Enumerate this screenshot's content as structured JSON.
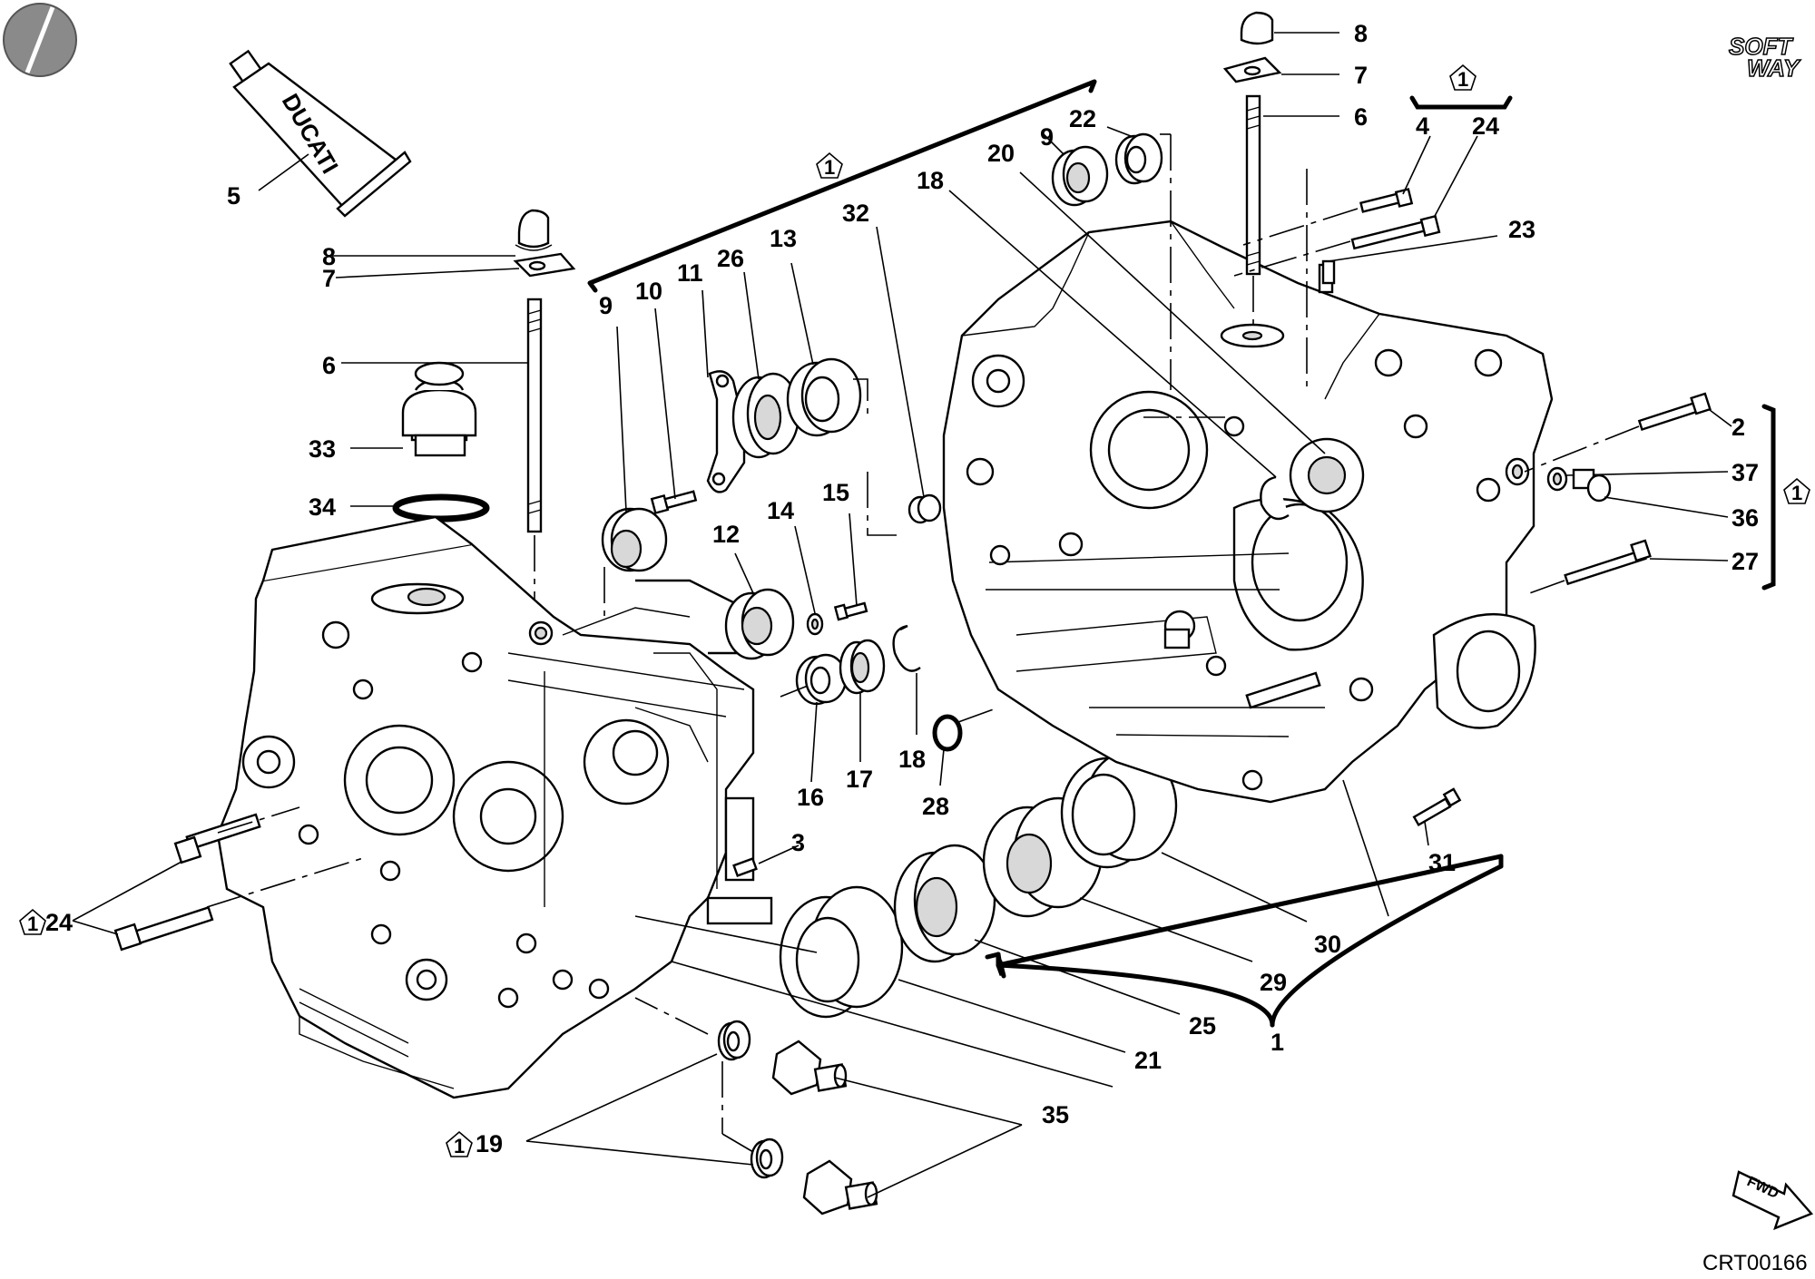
{
  "tube_label": "DUCATI",
  "brand_line1": "SOFT",
  "brand_line2": "WAY",
  "fwd_label": "FWD",
  "drawing_code": "CRT00166",
  "note_mark": "1",
  "callouts": {
    "c8a": "8",
    "c7a": "7",
    "c6a": "6",
    "c33": "33",
    "c34": "34",
    "c5": "5",
    "c9a": "9",
    "c10": "10",
    "c11": "11",
    "c26": "26",
    "c13": "13",
    "c32": "32",
    "c12": "12",
    "c14": "14",
    "c15": "15",
    "c16": "16",
    "c17": "17",
    "c18a": "18",
    "c28": "28",
    "c3": "3",
    "c24a": "24",
    "c19": "19",
    "c35": "35",
    "c21": "21",
    "c25": "25",
    "c29": "29",
    "c30": "30",
    "c1": "1",
    "c31": "31",
    "c18b": "18",
    "c20": "20",
    "c9b": "9",
    "c22": "22",
    "c8b": "8",
    "c7b": "7",
    "c6b": "6",
    "c4": "4",
    "c24b": "24",
    "c23": "23",
    "c2": "2",
    "c37": "37",
    "c36": "36",
    "c27": "27"
  },
  "colors": {
    "ink": "#000000",
    "paper": "#ffffff",
    "shade": "#d8d8d8",
    "logo_grey": "#8a8a8a"
  }
}
